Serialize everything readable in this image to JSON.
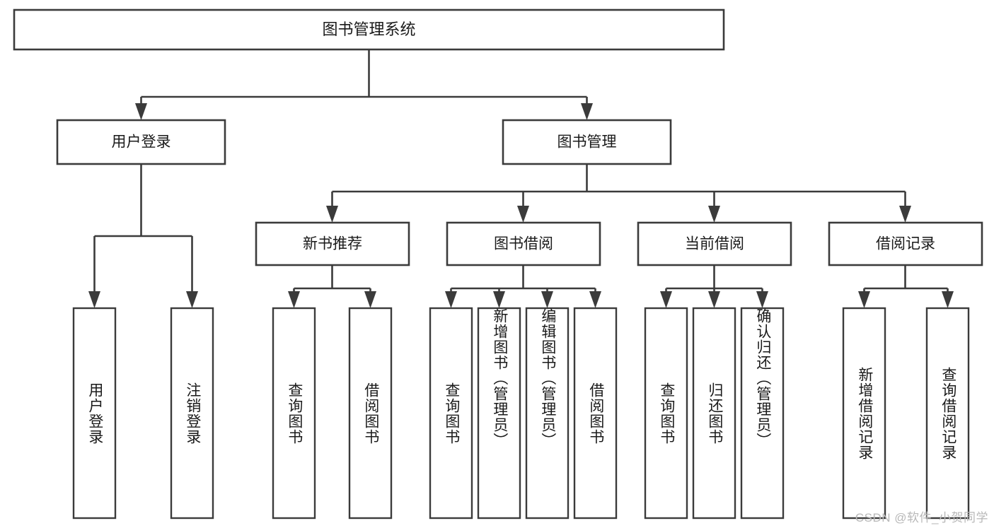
{
  "diagram": {
    "type": "tree-hierarchy-chart",
    "title_node": {
      "label": "图书管理系统"
    },
    "level2": [
      {
        "id": "user-login",
        "label": "用户登录"
      },
      {
        "id": "book-management",
        "label": "图书管理"
      }
    ],
    "level3": [
      {
        "id": "new-book-recommend",
        "label": "新书推荐",
        "parent": "book-management"
      },
      {
        "id": "book-borrow",
        "label": "图书借阅",
        "parent": "book-management"
      },
      {
        "id": "current-borrow",
        "label": "当前借阅",
        "parent": "book-management"
      },
      {
        "id": "borrow-record",
        "label": "借阅记录",
        "parent": "book-management"
      }
    ],
    "leaves": {
      "user_login": [
        {
          "id": "leaf-user-login",
          "label": "用户登录"
        },
        {
          "id": "leaf-logout-login",
          "label": "注销登录"
        }
      ],
      "new_book_recommend": [
        {
          "id": "leaf-query-book-1",
          "label": "查询图书"
        },
        {
          "id": "leaf-borrow-book-1",
          "label": "借阅图书"
        }
      ],
      "book_borrow": [
        {
          "id": "leaf-query-book-2",
          "label": "查询图书"
        },
        {
          "id": "leaf-add-book",
          "label": "新增图书（管理员）"
        },
        {
          "id": "leaf-edit-book",
          "label": "编辑图书（管理员）"
        },
        {
          "id": "leaf-borrow-book-2",
          "label": "借阅图书"
        }
      ],
      "current_borrow": [
        {
          "id": "leaf-query-book-3",
          "label": "查询图书"
        },
        {
          "id": "leaf-return-book",
          "label": "归还图书"
        },
        {
          "id": "leaf-confirm-return",
          "label": "确认归还（管理员）"
        }
      ],
      "borrow_record": [
        {
          "id": "leaf-add-borrow-record",
          "label": "新增借阅记录"
        },
        {
          "id": "leaf-query-borrow-record",
          "label": "查询借阅记录"
        }
      ]
    },
    "colors": {
      "stroke": "#3b3b3b",
      "fill": "#ffffff",
      "text": "#1a1a1a",
      "watermark": "#b8b8b8",
      "background": "#ffffff"
    }
  },
  "watermark": {
    "text": "CSDN @软件_小贺同学"
  }
}
